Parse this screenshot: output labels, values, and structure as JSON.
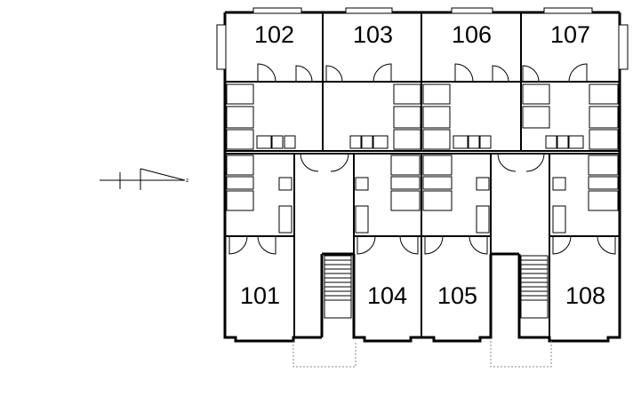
{
  "compass": {
    "north_label": "z"
  },
  "units": [
    {
      "id": "u102",
      "label": "102"
    },
    {
      "id": "u103",
      "label": "103"
    },
    {
      "id": "u106",
      "label": "106"
    },
    {
      "id": "u107",
      "label": "107"
    },
    {
      "id": "u101",
      "label": "101"
    },
    {
      "id": "u104",
      "label": "104"
    },
    {
      "id": "u105",
      "label": "105"
    },
    {
      "id": "u108",
      "label": "108"
    }
  ],
  "colors": {
    "line": "#000000",
    "background": "#ffffff",
    "dashed": "#888888"
  }
}
